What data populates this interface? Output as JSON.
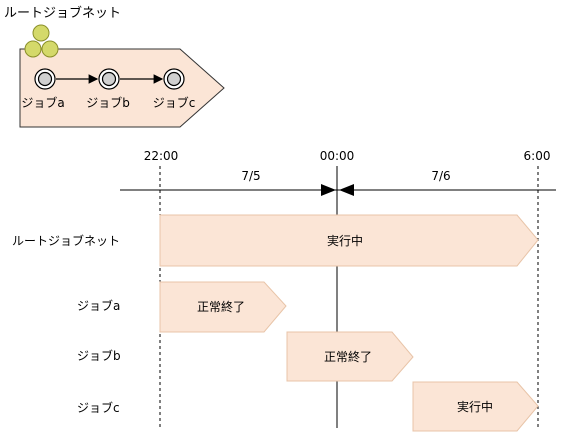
{
  "jobnet_icon": {
    "title": "ルートジョブネット",
    "icon": "jobnet-icon",
    "jobs": [
      "ジョブa",
      "ジョブb",
      "ジョブc"
    ]
  },
  "timeline": {
    "time_labels": [
      "22:00",
      "00:00",
      "6:00"
    ],
    "date_labels": [
      "7/5",
      "7/6"
    ],
    "rows": [
      {
        "label": "ルートジョブネット",
        "status": "実行中"
      },
      {
        "label": "ジョブa",
        "status": "正常終了"
      },
      {
        "label": "ジョブb",
        "status": "正常終了"
      },
      {
        "label": "ジョブc",
        "status": "実行中"
      }
    ]
  },
  "colors": {
    "bar_fill": "#fbe5d6",
    "bar_stroke": "#e8c4a8",
    "icon_ball": "#d4d96a",
    "icon_ball_stroke": "#8a8f2a",
    "node_fill": "#d0d0d0"
  }
}
